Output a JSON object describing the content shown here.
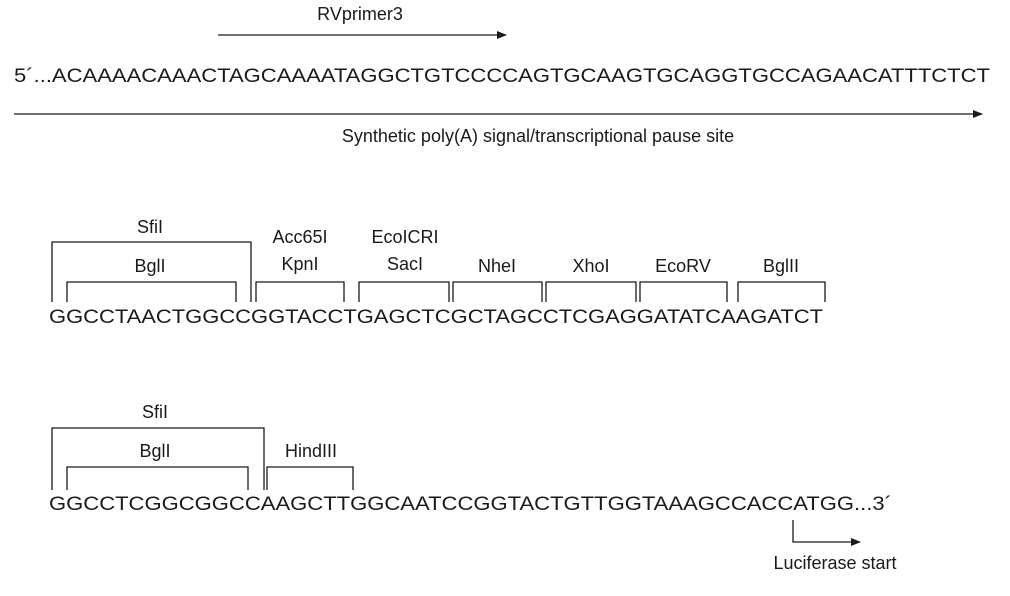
{
  "primer": {
    "label": "RVprimer3"
  },
  "top_sequence": "5´...ACAAAACAAACTAGCAAAATAGGCTGTCCCCAGTGCAAGTGCAGGTGCCAGAACATTTCTCT",
  "signal_label": "Synthetic poly(A) signal/transcriptional pause site",
  "mcs_sequence_1": "GGCCTAACTGGCCGGTACCTGAGCTCGCTAGCCTCGAGGATATCAAGATCT",
  "mcs_sequence_2": "GGCCTCGGCGGCCAAGCTTGGCAATCCGGTACTGTTGGTAAAGCCACCATGG...3´",
  "sites_row1": {
    "sfil": "SfiI",
    "bgll": "BglI",
    "acc65i": "Acc65I",
    "kpni": "KpnI",
    "ecoicri": "EcoICRI",
    "saci": "SacI",
    "nhei": "NheI",
    "xhoi": "XhoI",
    "ecorv": "EcoRV",
    "bglii": "BglII"
  },
  "sites_row2": {
    "sfil": "SfiI",
    "bgll": "BglI",
    "hindiii": "HindIII"
  },
  "luciferase_label": "Luciferase start"
}
